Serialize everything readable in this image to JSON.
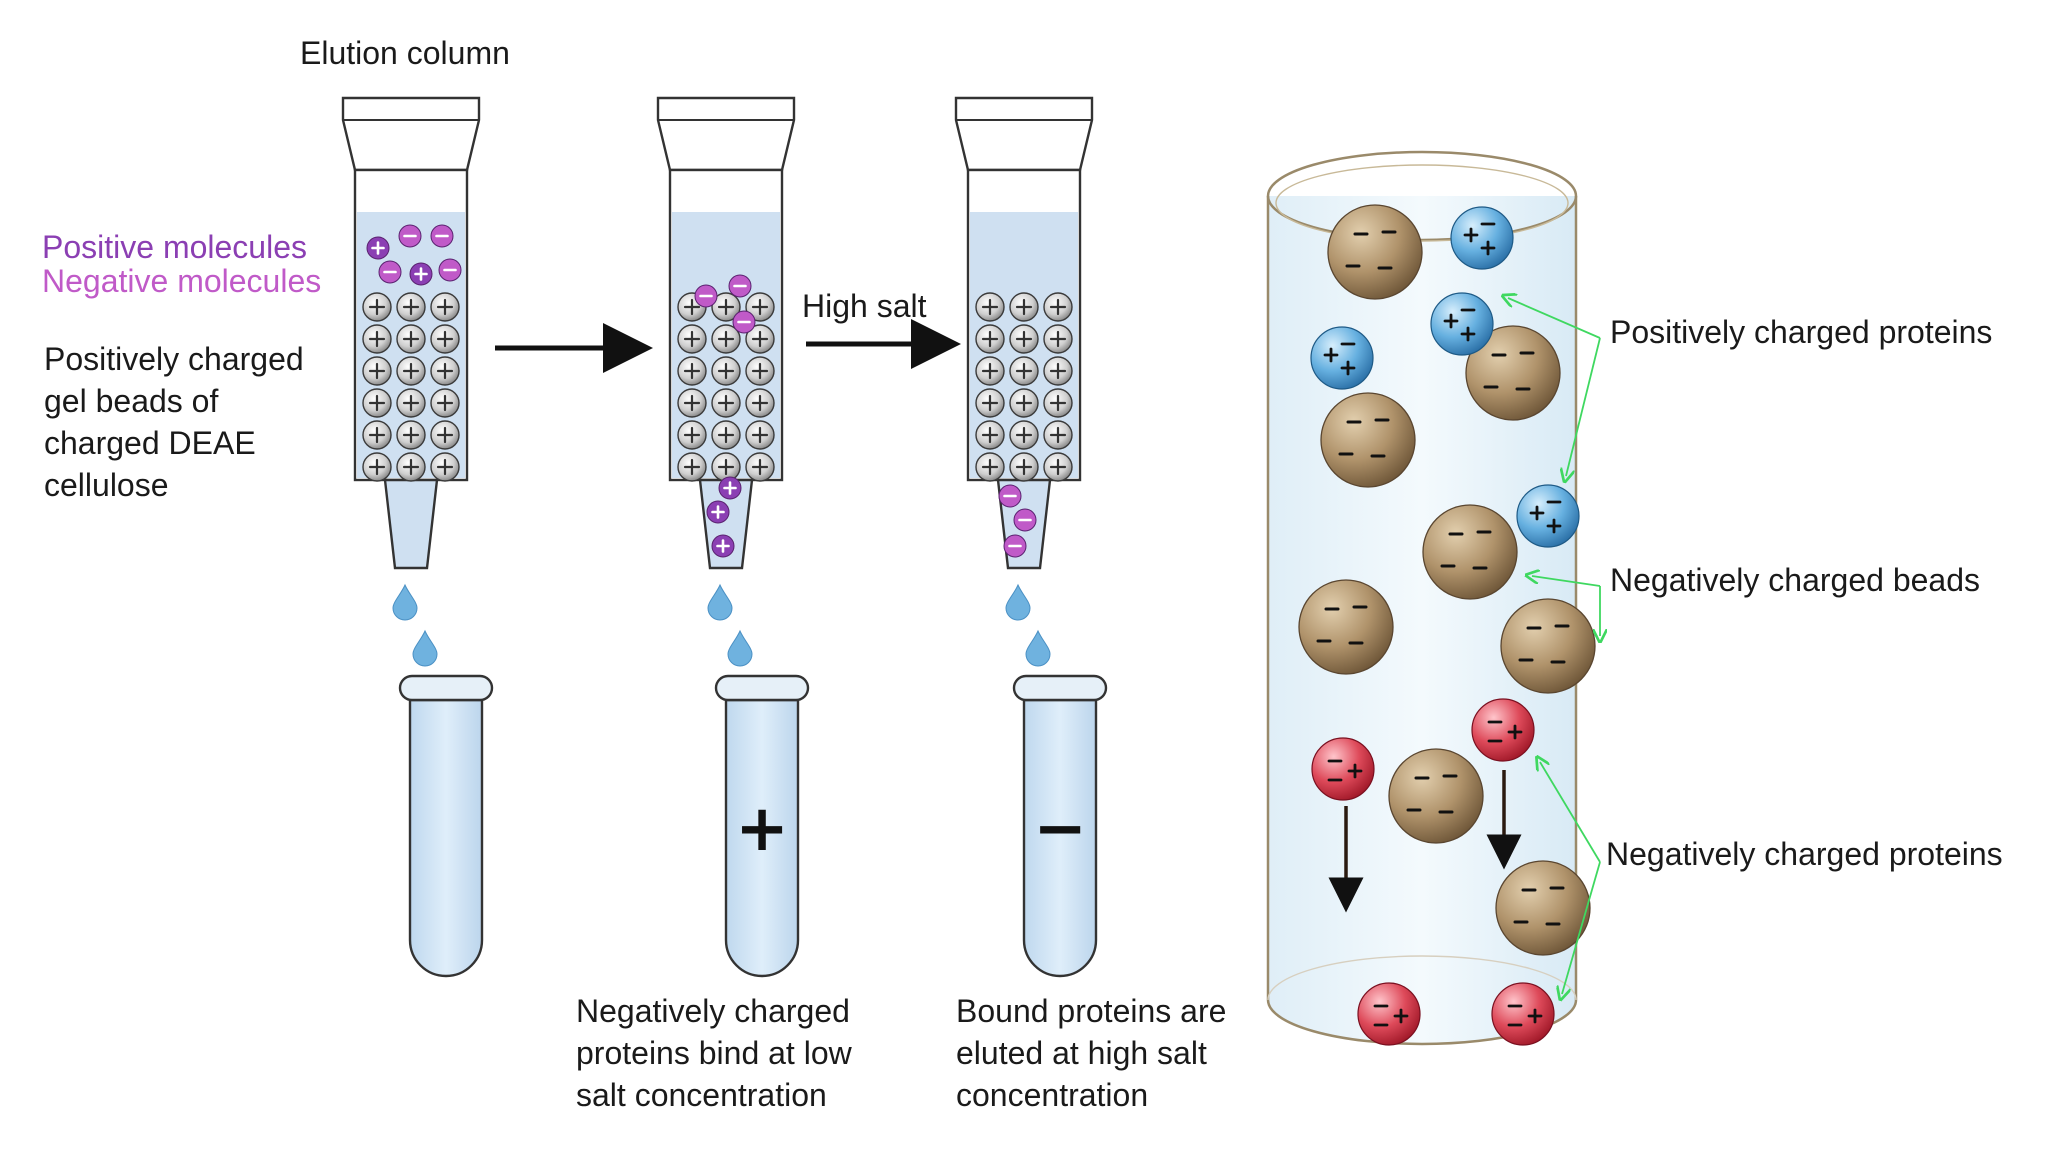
{
  "labels": {
    "elution_column": "Elution column",
    "positive_molecules": "Positive  molecules",
    "negative_molecules": "Negative molecules",
    "gel_beads": [
      "Positively charged",
      "gel beads of",
      "charged DEAE",
      "cellulose"
    ],
    "high_salt": "High salt",
    "bind_caption": [
      "Negatively charged",
      "proteins bind at low",
      "salt concentration"
    ],
    "elute_caption": [
      "Bound proteins are",
      "eluted at high salt",
      "concentration"
    ],
    "pos_proteins": "Positively charged proteins",
    "neg_beads": "Negatively charged beads",
    "neg_proteins": "Negatively charged proteins"
  },
  "tube_symbols": {
    "middle": "+",
    "right": "−"
  },
  "colors": {
    "positive_molecule": "#8b3fb3",
    "negative_molecule": "#c05ac8",
    "buffer": "#cfe0f1",
    "bead_outline": "#3a3a3a",
    "brown_bead": "#a88a63",
    "blue_protein": "#5fa8d8",
    "red_protein": "#d9404f",
    "leader_line": "#3fd860"
  }
}
